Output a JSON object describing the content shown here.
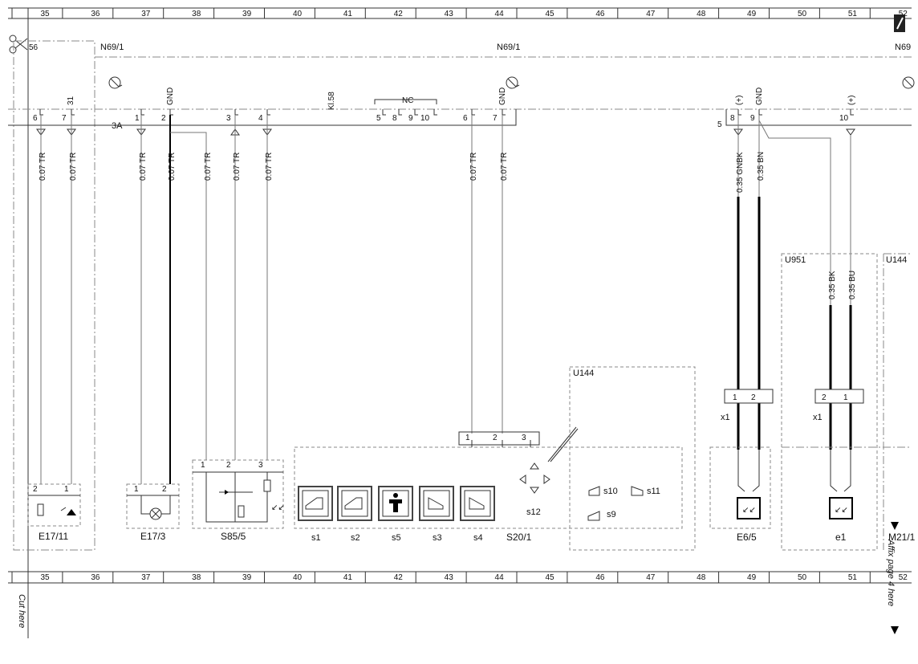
{
  "grid": {
    "columns": [
      "35",
      "36",
      "37",
      "38",
      "39",
      "40",
      "41",
      "42",
      "43",
      "44",
      "45",
      "46",
      "47",
      "48",
      "49",
      "50",
      "51",
      "52"
    ]
  },
  "page_links": {
    "prev": "56",
    "cut_here": "Cut here",
    "affix_here": "Affix page 4 here"
  },
  "modules": {
    "n69_left": "N69/1",
    "n69_center": "N69/1",
    "n69_right": "N69",
    "u951": "U951",
    "u144_right": "U144",
    "u144_mid": "U144",
    "x1_a": "x1",
    "x1_b": "x1"
  },
  "connector": {
    "pin_labels": {
      "p31": "31",
      "gnd1": "GND",
      "kl58": "Kl.58",
      "nc": "NC",
      "gnd2": "GND",
      "plus1": "(+)",
      "gnd3": "GND",
      "plus2": "(+)"
    },
    "fuse": "3A",
    "pins": {
      "p6a": "6",
      "p7a": "7",
      "p1": "1",
      "p2": "2",
      "p3": "3",
      "p4": "4",
      "p5": "5",
      "p8": "8",
      "p9": "9",
      "p10": "10",
      "p6b": "6",
      "p7b": "7",
      "r5": "5",
      "r8": "8",
      "r9": "9",
      "r10": "10"
    }
  },
  "wires": {
    "w1": "0.07 TR",
    "w2": "0.07 TR",
    "w3": "0.07 TR",
    "w4": "0.07 TR",
    "w5": "0.07 TR",
    "w6": "0.07 TR",
    "w7": "0.07 TR",
    "w8": "0.07 TR",
    "w9": "0.07 TR",
    "w10": "0.35 GNBK",
    "w11": "0.35 BN",
    "w12": "0.35 BK",
    "w13": "0.35 BU"
  },
  "components": {
    "e17_11": "E17/11",
    "e17_3": "E17/3",
    "s85_5": "S85/5",
    "s20_1": "S20/1",
    "e6_5": "E6/5",
    "e1": "e1",
    "m21": "M21/1"
  },
  "pins_small": {
    "e1711_2": "2",
    "e1711_1": "1",
    "e173_1": "1",
    "e173_2": "2",
    "s855_1": "1",
    "s855_2": "2",
    "s855_3": "3",
    "s201_1": "1",
    "s201_2": "2",
    "s201_3": "3",
    "x1a_1": "1",
    "x1a_2": "2",
    "x1b_2": "2",
    "x1b_1": "1"
  },
  "switches": {
    "s1": "s1",
    "s2": "s2",
    "s5": "s5",
    "s3": "s3",
    "s4": "s4",
    "s12": "s12",
    "s10": "s10",
    "s11": "s11",
    "s9": "s9"
  }
}
